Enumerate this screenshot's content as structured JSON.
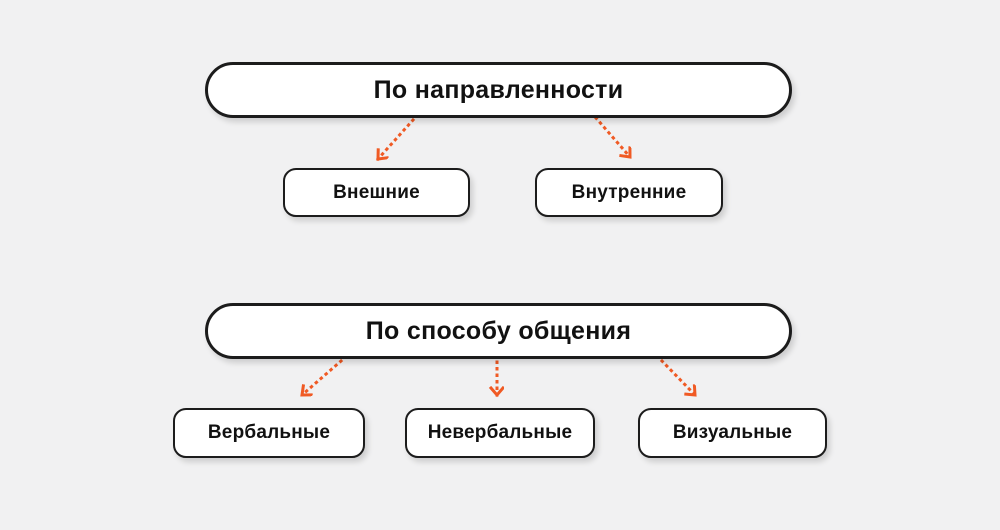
{
  "diagram": {
    "background_color": "#f1f1f2",
    "arrow_color": "#f05a24",
    "box_border_color": "#1c1c1c",
    "box_background_color": "#ffffff",
    "arrow_style": "dotted",
    "sections": [
      {
        "parent": {
          "label": "По направленности"
        },
        "children": [
          {
            "label": "Внешние"
          },
          {
            "label": "Внутренние"
          }
        ]
      },
      {
        "parent": {
          "label": "По способу общения"
        },
        "children": [
          {
            "label": "Вербальные"
          },
          {
            "label": "Невербальные"
          },
          {
            "label": "Визуальные"
          }
        ]
      }
    ]
  }
}
